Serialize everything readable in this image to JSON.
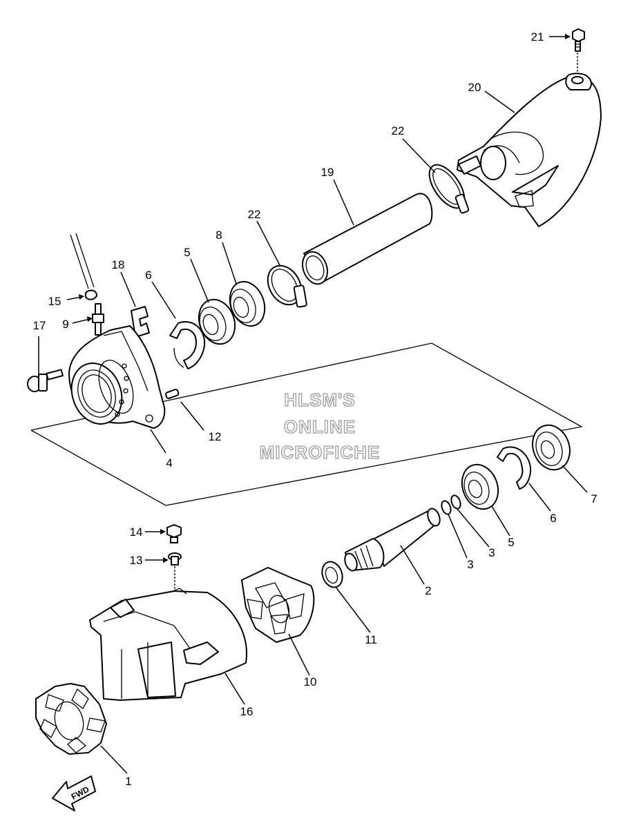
{
  "watermark": {
    "line1": "HLSM'S",
    "line2": "ONLINE",
    "line3": "MICROFICHE"
  },
  "fwd_label": "FWD",
  "callouts": {
    "c1": "1",
    "c2": "2",
    "c3a": "3",
    "c3b": "3",
    "c4": "4",
    "c5a": "5",
    "c5b": "5",
    "c6a": "6",
    "c6b": "6",
    "c7": "7",
    "c8": "8",
    "c9": "9",
    "c10": "10",
    "c11": "11",
    "c12": "12",
    "c13": "13",
    "c14": "14",
    "c15": "15",
    "c16": "16",
    "c17": "17",
    "c18": "18",
    "c19": "19",
    "c20": "20",
    "c21": "21",
    "c22a": "22",
    "c22b": "22"
  }
}
